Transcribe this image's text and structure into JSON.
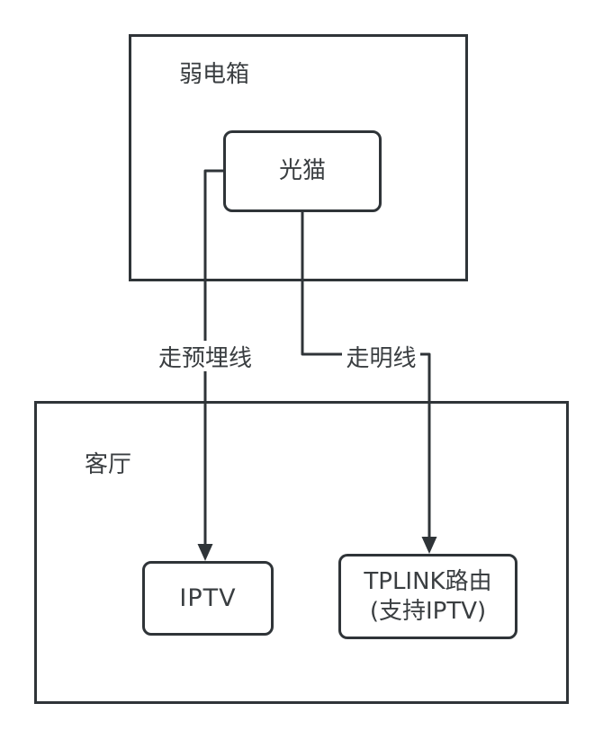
{
  "diagram": {
    "colors": {
      "stroke": "#2f3438",
      "text": "#3a3e41",
      "background": "#ffffff"
    },
    "containers": {
      "weak_current_box": {
        "label": "弱电箱"
      },
      "living_room": {
        "label": "客厅"
      }
    },
    "nodes": {
      "optical_modem": {
        "label": "光猫"
      },
      "iptv": {
        "label": "IPTV"
      },
      "tplink_router": {
        "label_line1": "TPLINK路由",
        "label_line2": "(支持IPTV)"
      }
    },
    "edges": {
      "preembedded": {
        "label": "走预埋线",
        "from": "光猫",
        "to": "IPTV"
      },
      "exposed": {
        "label": "走明线",
        "from": "光猫",
        "to": "TPLINK路由"
      }
    }
  }
}
